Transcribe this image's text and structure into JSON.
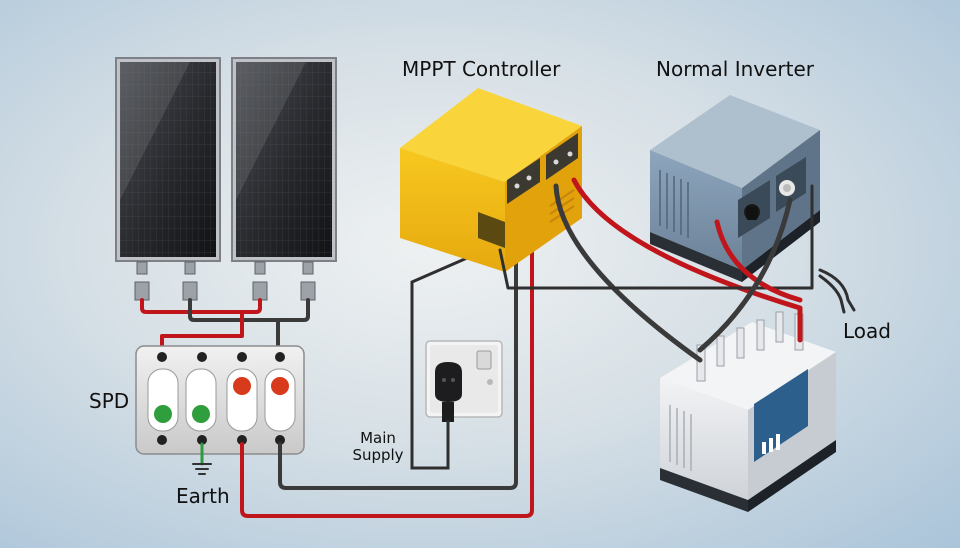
{
  "labels": {
    "mppt_controller": "MPPT Controller",
    "normal_inverter": "Normal Inverter",
    "load": "Load",
    "spd": "SPD",
    "earth": "Earth",
    "main_supply_line1": "Main",
    "main_supply_line2": "Supply"
  },
  "colors": {
    "wire_positive": "#c0161b",
    "wire_negative": "#3a3a3a",
    "wire_earth": "#2e9b3e",
    "controller_body": "#f5c31c",
    "inverter_body": "#7f97ad",
    "battery_body": "#e9ebee",
    "spd_body": "#e6e6e6"
  },
  "icons": [
    "solar-panel",
    "mppt-controller",
    "inverter",
    "battery",
    "spd-box",
    "wall-socket",
    "earth-symbol",
    "load-plug"
  ]
}
